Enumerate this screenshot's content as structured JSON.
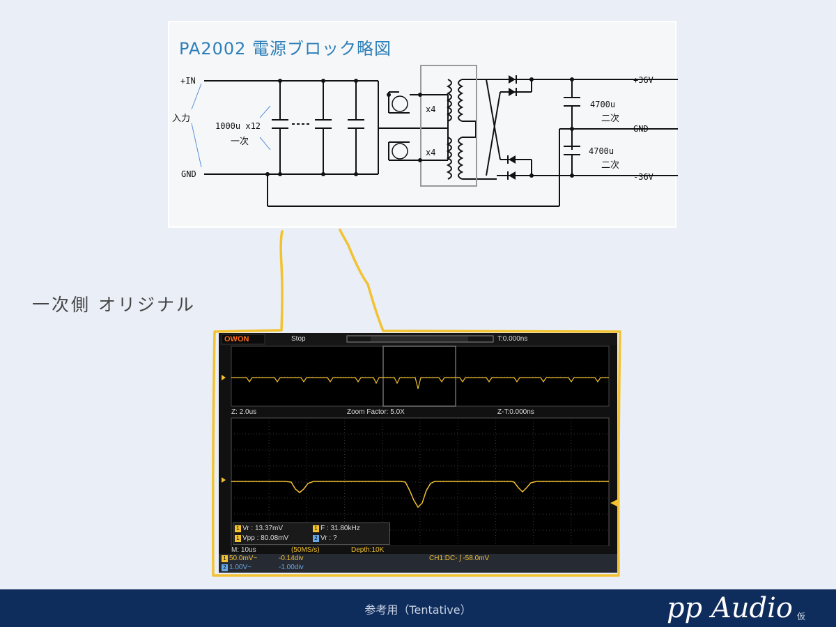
{
  "schematic": {
    "title": "PA2002 電源ブロック略図",
    "labels": {
      "in_plus": "+IN",
      "input": "入力",
      "gnd_in": "GND",
      "cap_primary": "1000u x12",
      "primary": "一次",
      "mosfet_top": "x4",
      "mosfet_bottom": "x4",
      "out_plus": "+36V",
      "out_gnd": "GND",
      "out_minus": "-36V",
      "cap_sec_top": "4700u",
      "secondary_top": "二次",
      "cap_sec_bottom": "4700u",
      "secondary_bottom": "二次"
    }
  },
  "side_label": "一次側 オリジナル",
  "scope": {
    "brand": "OWON",
    "run_state": "Stop",
    "trigger_time": "T:0.000ns",
    "zoom_time": "Z: 2.0us",
    "zoom_factor": "Zoom Factor: 5.0X",
    "zt_time": "Z-T:0.000ns",
    "measure": {
      "vr1_badge": "1",
      "vr1": "Vr : 13.37mV",
      "f1_badge": "1",
      "f1": "F : 31.80kHz",
      "vpp1_badge": "1",
      "vpp1": "Vpp : 80.08mV",
      "vr2_badge": "2",
      "vr2": "Vr :     ?"
    },
    "main_time": "M: 10us",
    "sample_rate": "(50MS/s)",
    "depth": "Depth:10K",
    "ch1_badge": "1",
    "ch1_scale": "50.0mV~",
    "ch1_offset": "-0.14div",
    "ch2_badge": "2",
    "ch2_scale": "1.00V~",
    "ch2_offset": "-1.00div",
    "trigger_info": "CH1:DC- ʃ -58.0mV",
    "colors": {
      "ch1": "#f2c230",
      "ch2": "#6aa9e8",
      "grid": "#555555"
    }
  },
  "footer": {
    "text": "参考用（Tentative）",
    "logo": "pp Audio",
    "logo_sub": "仮"
  },
  "colors": {
    "title": "#2d7fb8",
    "callout": "#f2c230",
    "footer_bg": "#0f2d5c"
  }
}
